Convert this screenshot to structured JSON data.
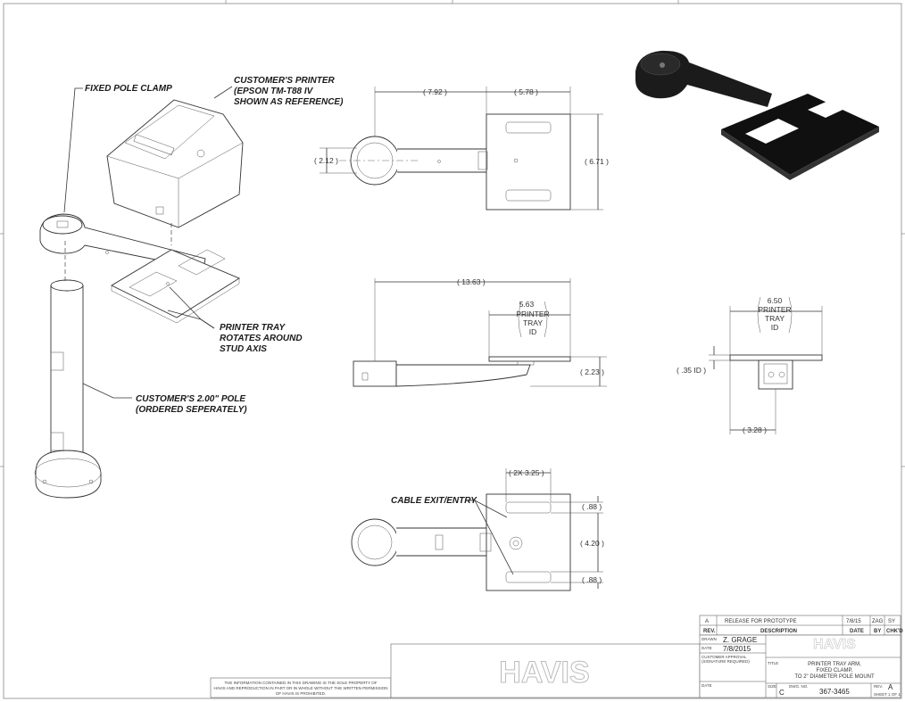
{
  "callouts": {
    "fixed_pole_clamp": "FIXED POLE CLAMP",
    "printer_line1": "CUSTOMER'S PRINTER",
    "printer_line2": "(EPSON TM-T88 IV",
    "printer_line3": "SHOWN AS REFERENCE)",
    "tray_line1": "PRINTER TRAY",
    "tray_line2": "ROTATES AROUND",
    "tray_line3": "STUD AXIS",
    "pole_line1": "CUSTOMER'S 2.00\" POLE",
    "pole_line2": "(ORDERED SEPERATELY)",
    "cable": "CABLE EXIT/ENTRY"
  },
  "dimensions": {
    "top_length_a": "7.92",
    "top_length_b": "5.78",
    "clamp_height": "2.12",
    "tray_depth": "6.71",
    "overall_length": "13.63",
    "tray_id_value": "5.63",
    "tray_id_l1": "PRINTER",
    "tray_id_l2": "TRAY",
    "tray_id_l3": "ID",
    "side_height": "2.23",
    "end_id_value": "6.50",
    "end_offset": ".35 ID",
    "end_base": "3.28",
    "bottom_slot": "2X 3.25",
    "bottom_edge_top": ".88",
    "bottom_middle": "4.20",
    "bottom_edge_bottom": ".88"
  },
  "revision": {
    "rev": "A",
    "description": "RELEASE FOR PROTOTYPE",
    "date": "7/8/15",
    "by": "ZAG",
    "chkd": "SY",
    "h_rev": "REV.",
    "h_desc": "DESCRIPTION",
    "h_date": "DATE",
    "h_by": "BY",
    "h_chkd": "CHK'D"
  },
  "title_block": {
    "drawn_label": "DRAWN",
    "drawn_value": "Z. GRAGE",
    "date_label": "DATE",
    "date_value": "7/8/2015",
    "approval_l1": "CUSTOMER APPROVAL",
    "approval_l2": "(SIGNATURE REQUIRED)",
    "date2_label": "DATE",
    "title_label": "TITLE",
    "title_l1": "PRINTER TRAY ARM,",
    "title_l2": "FIXED CLAMP,",
    "title_l3": "TO 2\" DIAMETER POLE MOUNT",
    "size_label": "SIZE",
    "size_value": "C",
    "dwg_label": "DWG. NO.",
    "dwg_value": "367-3465",
    "rev_label": "REV.",
    "rev_value": "A",
    "sheet": "SHEET 1 OF 1",
    "logo": "HAVIS"
  },
  "notice": {
    "l1": "THE INFORMATION CONTAINED IN THIS DRAWING IS THE SOLE PROPERTY OF",
    "l2": "HAVIS AND REPRODUCTION IN PART OR IN WHOLE WITHOUT THE WRITTEN PERMISSION",
    "l3": "OF HAVIS IS PROHIBITED."
  }
}
